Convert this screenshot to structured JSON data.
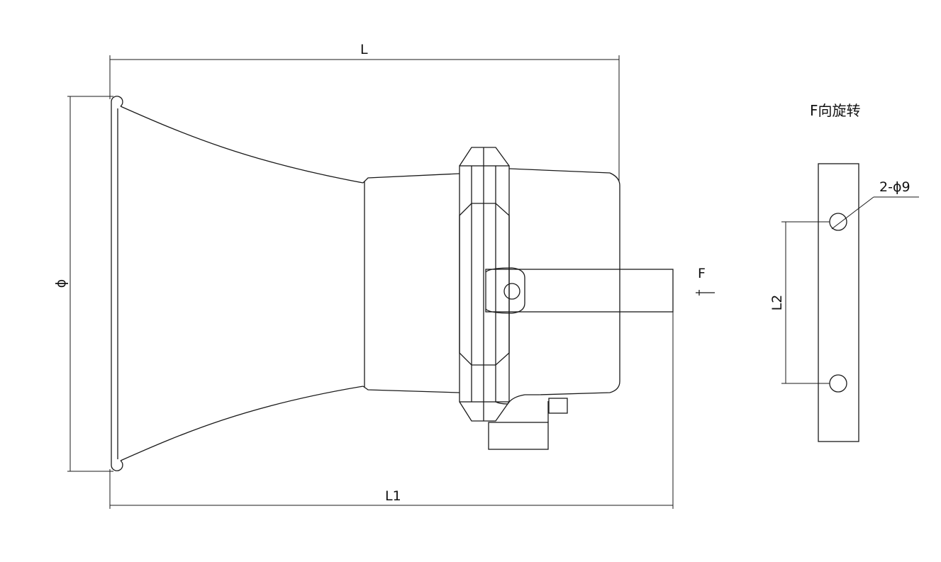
{
  "drawing": {
    "stroke_color": "#1a1a1a",
    "background": "#ffffff"
  },
  "dimensions": {
    "length_label": "L",
    "overall_length_label": "L1",
    "diameter_label": "ϕ",
    "hole_spacing_label": "L2",
    "hole_spec_label": "2-ϕ9",
    "view_arrow_label": "F"
  },
  "views": {
    "rotated_view_title": "F向旋转"
  }
}
